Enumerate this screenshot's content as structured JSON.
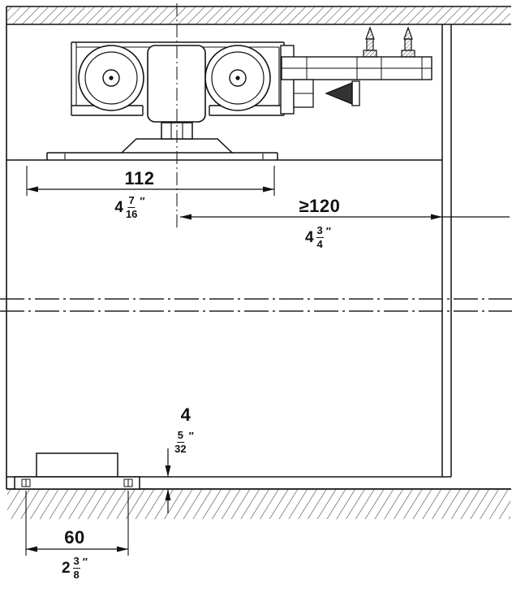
{
  "labels": {
    "track_width": {
      "metric": "112",
      "whole": "4",
      "num": "7",
      "den": "16",
      "unit": "″"
    },
    "wall_clearance": {
      "metric": "≥120",
      "whole": "4",
      "num": "3",
      "den": "4",
      "unit": "″"
    },
    "floor_gap": {
      "metric": "4",
      "num": "5",
      "den": "32",
      "unit": "″"
    },
    "guide_width": {
      "metric": "60",
      "whole": "2",
      "num": "3",
      "den": "8",
      "unit": "″"
    }
  },
  "colors": {
    "line": "#111111",
    "background": "#ffffff",
    "hatch": "#444444",
    "dark_fill": "#333333"
  }
}
